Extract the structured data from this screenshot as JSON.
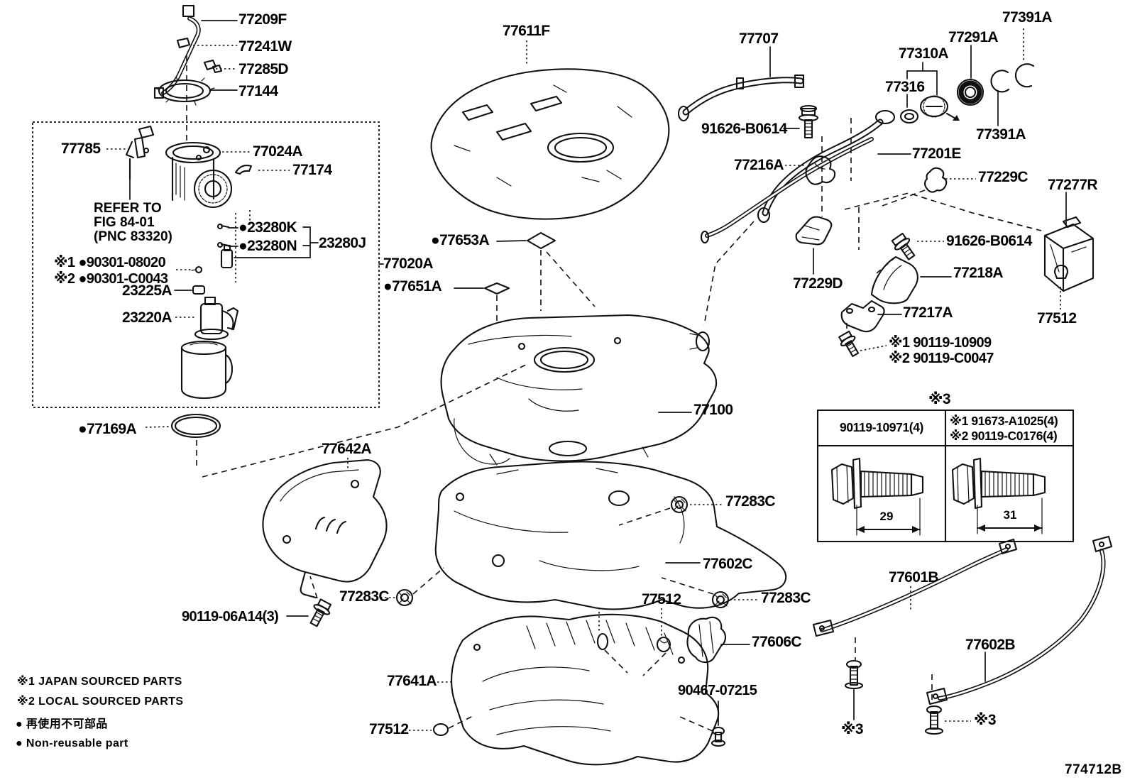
{
  "diagram_code": "774712B",
  "legend": {
    "line1": "※1 JAPAN SOURCED PARTS",
    "line2": "※2 LOCAL SOURCED PARTS",
    "line3": "● 再使用不可部品",
    "line4": "● Non-reusable part"
  },
  "fastener_table": {
    "ref_mark": "※3",
    "left_header": "90119-10971(4)",
    "right_header_line1": "※1 91673-A1025(4)",
    "right_header_line2": "※2 90119-C0176(4)",
    "left_dim": "29",
    "right_dim": "31"
  },
  "part_labels": [
    {
      "id": "77209F",
      "text": "77209F"
    },
    {
      "id": "77241W",
      "text": "77241W"
    },
    {
      "id": "77285D",
      "text": "77285D"
    },
    {
      "id": "77144",
      "text": "77144"
    },
    {
      "id": "77785",
      "text": "77785"
    },
    {
      "id": "77024A",
      "text": "77024A"
    },
    {
      "id": "77174",
      "text": "77174"
    },
    {
      "id": "refer-1",
      "text": "REFER TO"
    },
    {
      "id": "refer-2",
      "text": "FIG 84-01"
    },
    {
      "id": "refer-3",
      "text": "(PNC 83320)"
    },
    {
      "id": "23280K",
      "text": "●23280K"
    },
    {
      "id": "23280N",
      "text": "●23280N"
    },
    {
      "id": "23280J",
      "text": "23280J"
    },
    {
      "id": "90301-08020",
      "text": "※1 ●90301-08020"
    },
    {
      "id": "90301-C0043",
      "text": "※2 ●90301-C0043"
    },
    {
      "id": "23225A",
      "text": "23225A"
    },
    {
      "id": "23220A",
      "text": "23220A"
    },
    {
      "id": "77169A",
      "text": "●77169A"
    },
    {
      "id": "77642A",
      "text": "77642A"
    },
    {
      "id": "77611F",
      "text": "77611F"
    },
    {
      "id": "77653A",
      "text": "●77653A"
    },
    {
      "id": "77020A",
      "text": "77020A"
    },
    {
      "id": "77651A",
      "text": "●77651A"
    },
    {
      "id": "77707",
      "text": "77707"
    },
    {
      "id": "77310A",
      "text": "77310A"
    },
    {
      "id": "77291A",
      "text": "77291A"
    },
    {
      "id": "77391A-top",
      "text": "77391A"
    },
    {
      "id": "77316",
      "text": "77316"
    },
    {
      "id": "91626-B0614-1",
      "text": "91626-B0614"
    },
    {
      "id": "77216A",
      "text": "77216A"
    },
    {
      "id": "77201E",
      "text": "77201E"
    },
    {
      "id": "77391A-2",
      "text": "77391A"
    },
    {
      "id": "77229C",
      "text": "77229C"
    },
    {
      "id": "77277R",
      "text": "77277R"
    },
    {
      "id": "77229D",
      "text": "77229D"
    },
    {
      "id": "91626-B0614-2",
      "text": "91626-B0614"
    },
    {
      "id": "77218A",
      "text": "77218A"
    },
    {
      "id": "77217A",
      "text": "77217A"
    },
    {
      "id": "90119-10909",
      "text": "※1 90119-10909"
    },
    {
      "id": "90119-C0047",
      "text": "※2 90119-C0047"
    },
    {
      "id": "77512-right",
      "text": "77512"
    },
    {
      "id": "77100",
      "text": "77100"
    },
    {
      "id": "77283C-top",
      "text": "77283C"
    },
    {
      "id": "77602C",
      "text": "77602C"
    },
    {
      "id": "77283C-left",
      "text": "77283C"
    },
    {
      "id": "77512-mid",
      "text": "77512"
    },
    {
      "id": "77283C-right",
      "text": "77283C"
    },
    {
      "id": "77606C",
      "text": "77606C"
    },
    {
      "id": "90119-06A14",
      "text": "90119-06A14(3)"
    },
    {
      "id": "77641A",
      "text": "77641A"
    },
    {
      "id": "90467-07215",
      "text": "90467-07215"
    },
    {
      "id": "77512-bottom",
      "text": "77512"
    },
    {
      "id": "77601B",
      "text": "77601B"
    },
    {
      "id": "77602B",
      "text": "77602B"
    },
    {
      "id": "note3-left",
      "text": "※3"
    },
    {
      "id": "note3-right",
      "text": "※3"
    }
  ]
}
